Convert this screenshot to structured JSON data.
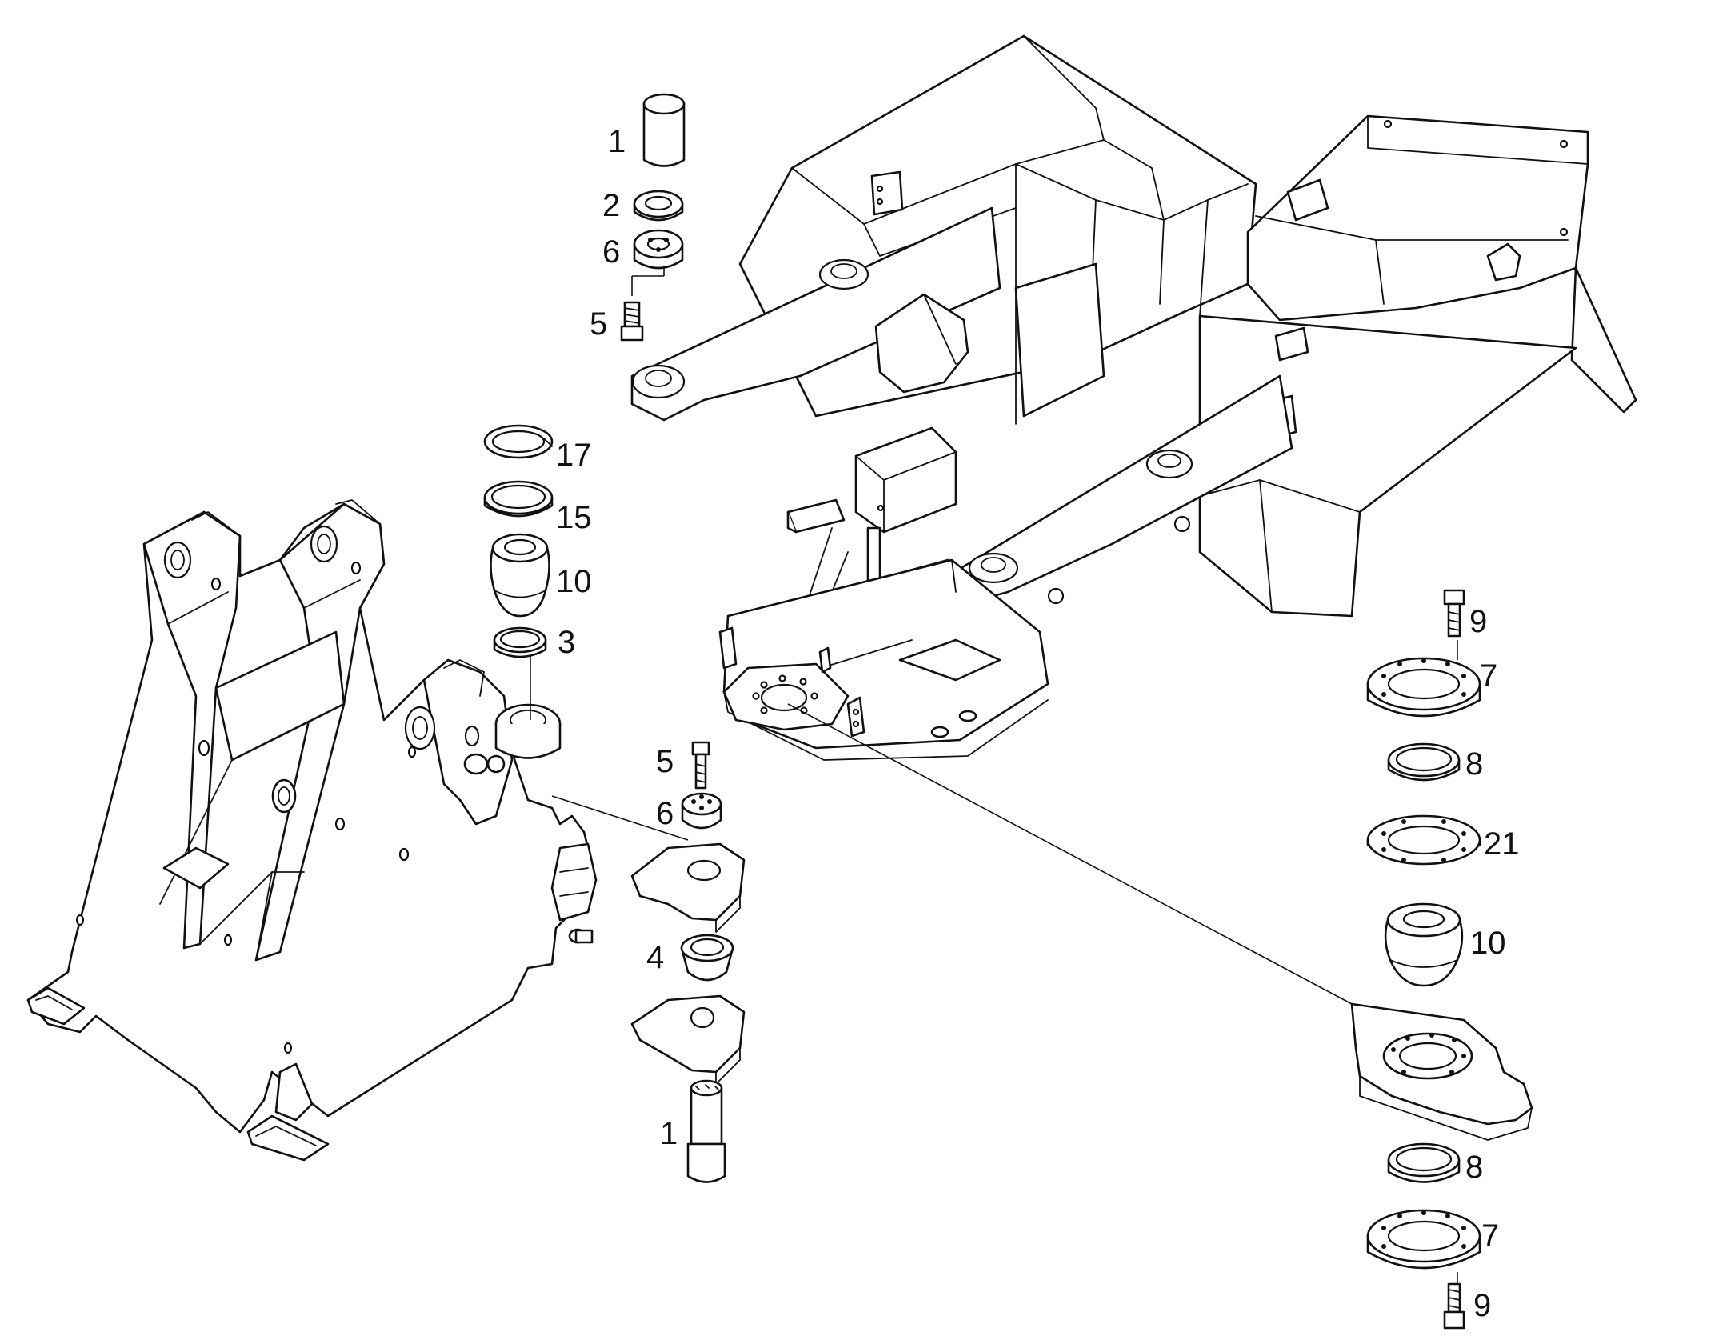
{
  "diagram": {
    "type": "exploded-parts-drawing",
    "callouts": {
      "top_pin": "1",
      "top_washer": "2",
      "top_cap": "6",
      "top_bolt": "5",
      "ring_17": "17",
      "ring_15": "15",
      "bush_left": "10",
      "ring_3": "3",
      "mid_bolt": "5",
      "mid_cap": "6",
      "bush_4": "4",
      "bottom_pin": "1",
      "right_bolt_top": "9",
      "right_flange_top": "7",
      "right_ring_top": "8",
      "right_shim": "21",
      "bush_right": "10",
      "right_ring_bottom": "8",
      "right_flange_bottom": "7",
      "right_bolt_bottom": "9"
    }
  }
}
